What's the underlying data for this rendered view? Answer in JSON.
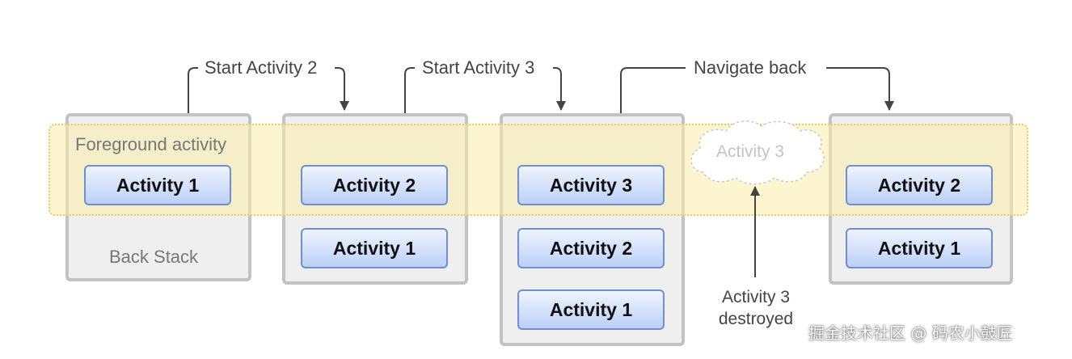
{
  "steps": {
    "start2": "Start Activity 2",
    "start3": "Start Activity 3",
    "back": "Navigate back"
  },
  "foreground_label": "Foreground activity",
  "back_stack_label": "Back Stack",
  "stacks": [
    {
      "activities": [
        "Activity 1"
      ]
    },
    {
      "activities": [
        "Activity 2",
        "Activity 1"
      ]
    },
    {
      "activities": [
        "Activity 3",
        "Activity 2",
        "Activity 1"
      ]
    },
    {
      "activities": [
        "Activity 2",
        "Activity 1"
      ]
    }
  ],
  "destroyed": {
    "cloud_label": "Activity 3",
    "note": "Activity 3\ndestroyed"
  },
  "watermark": "掘金技术社区 @ 码农小鼓匠",
  "colors": {
    "activity_fill_top": "#eef4ff",
    "activity_fill_bottom": "#bcd0f6",
    "activity_border": "#6f8fd0",
    "band_fill": "#fcecaa",
    "stack_fill": "#efefef",
    "stack_border": "#c3c3c3"
  }
}
